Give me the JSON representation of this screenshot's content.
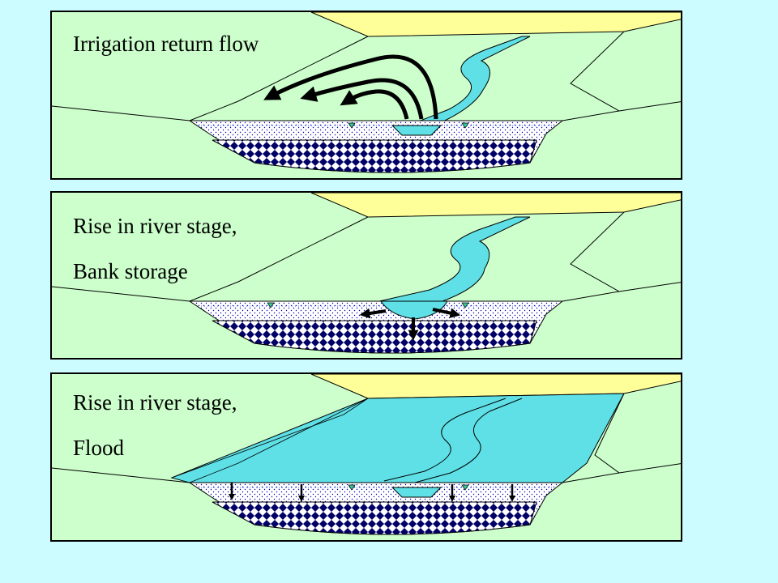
{
  "colors": {
    "background": "#ccfcff",
    "land": "#ccffcc",
    "sand": "#ffff99",
    "water": "#5ee0e6",
    "aquifer_dark": "#000066",
    "outline": "#000000"
  },
  "panels": [
    {
      "label_lines": [
        "Irrigation return flow"
      ]
    },
    {
      "label_lines": [
        "Rise in river stage,",
        "Bank storage"
      ]
    },
    {
      "label_lines": [
        "Rise in river stage,",
        "Flood"
      ]
    }
  ]
}
